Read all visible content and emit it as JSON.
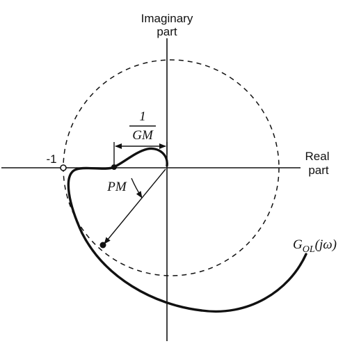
{
  "diagram": {
    "imag_axis_label_line1": "Imaginary",
    "imag_axis_label_line2": "part",
    "real_axis_label_line1": "Real",
    "real_axis_label_line2": "part",
    "minus_one_label": "-1",
    "gm_numerator": "1",
    "gm_denominator": "GM",
    "pm_label": "PM",
    "curve_label_main": "G",
    "curve_label_sub": "OL",
    "curve_label_arg": "(jω)"
  },
  "colors": {
    "ink": "#111111",
    "background": "#ffffff"
  }
}
